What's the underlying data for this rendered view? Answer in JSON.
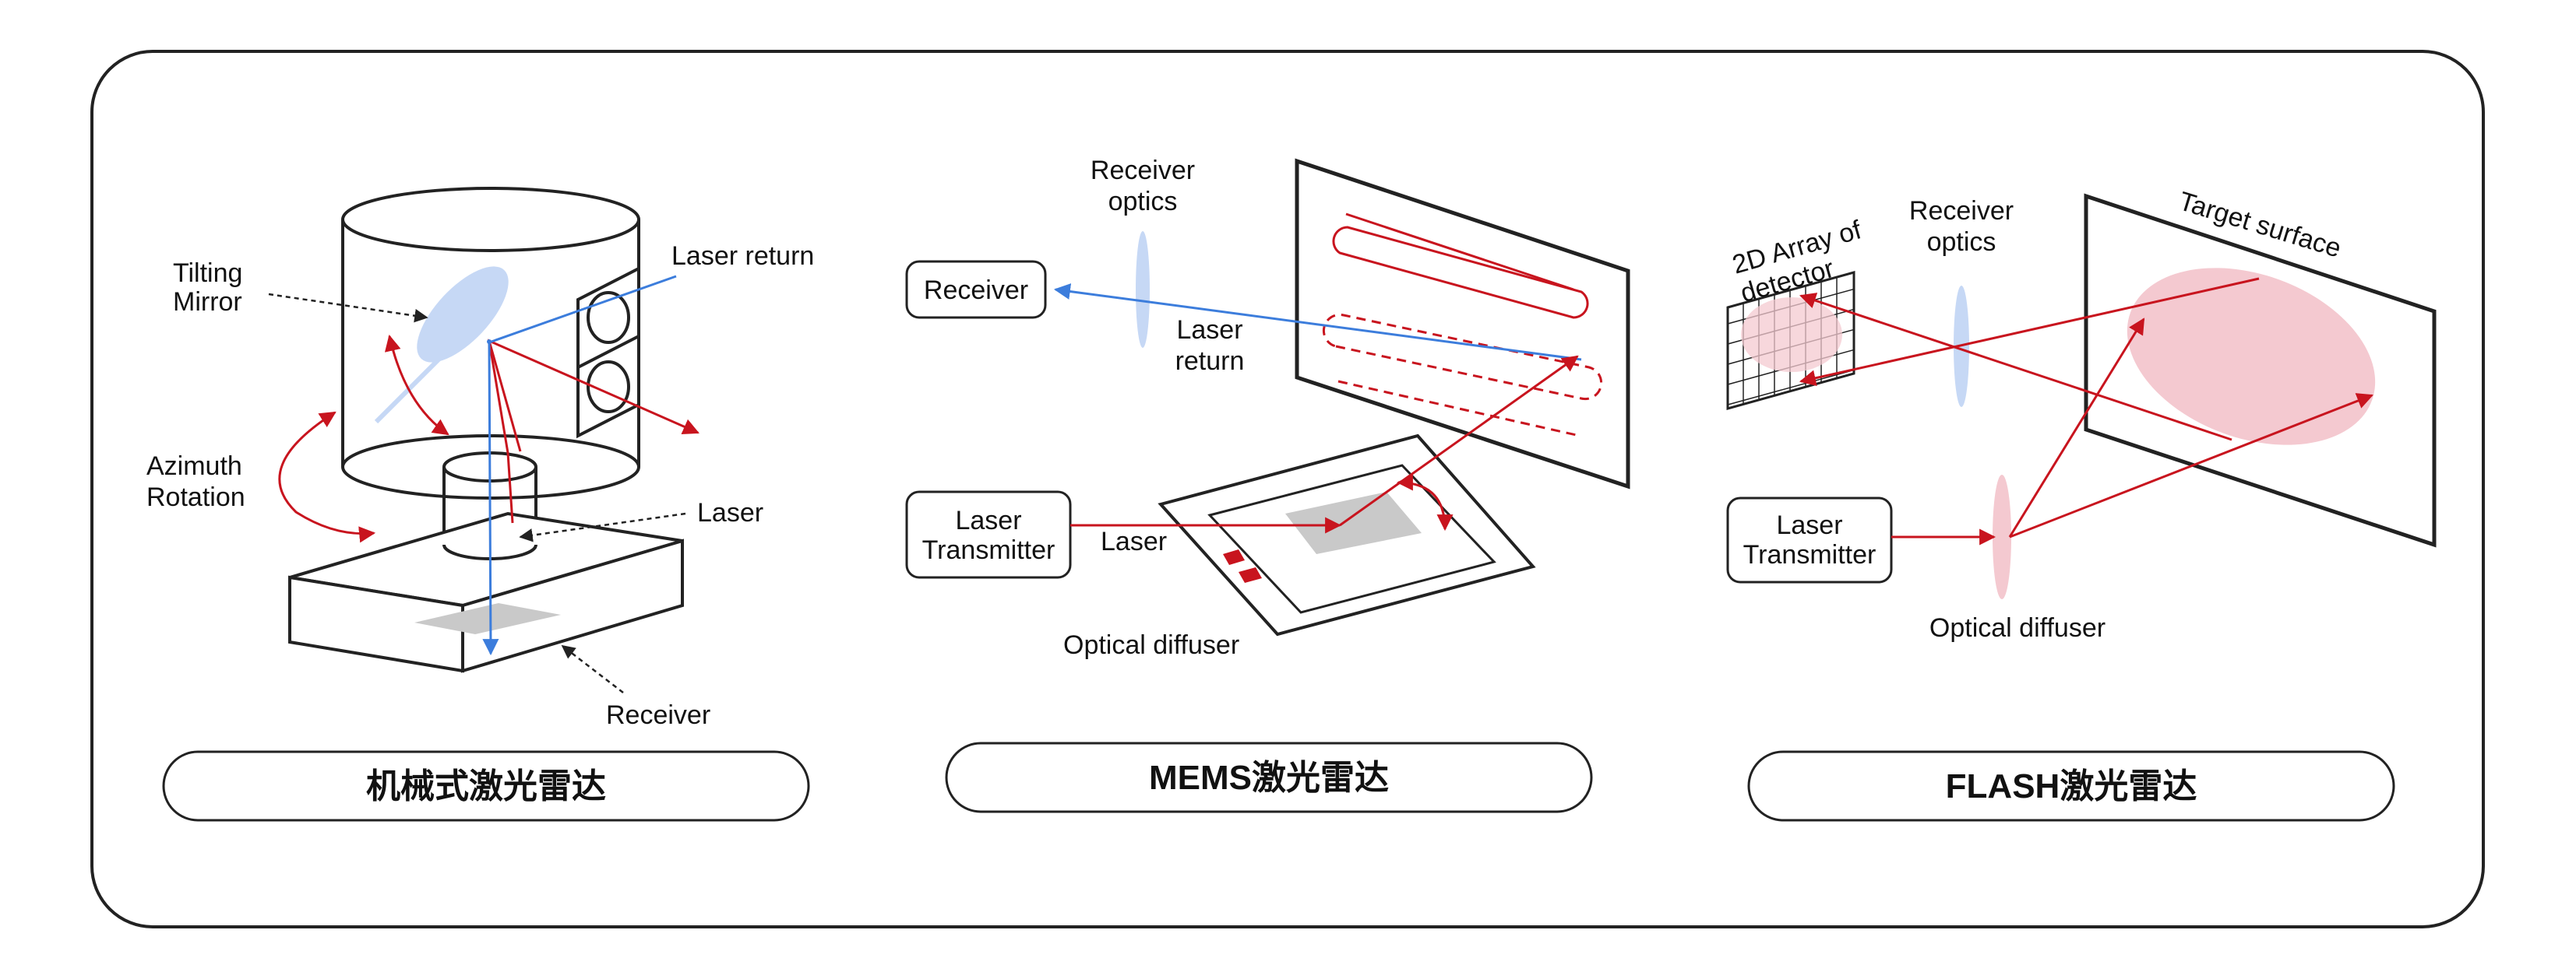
{
  "colors": {
    "red": "#c8141e",
    "blue": "#3c7ddc",
    "mirror_blue": "#c6d8f5",
    "pink_fill": "#f4c9d0",
    "gray_fill": "#c9c9c9",
    "outline": "#222222"
  },
  "panel_mechanical": {
    "caption": "机械式激光雷达",
    "tilting_mirror": "Tilting\nMirror",
    "laser_return": "Laser return",
    "azimuth_rotation": "Azimuth\nRotation",
    "laser": "Laser",
    "receiver": "Receiver"
  },
  "panel_mems": {
    "caption": "MEMS激光雷达",
    "receiver_optics": "Receiver\noptics",
    "receiver": "Receiver",
    "laser_return": "Laser\nreturn",
    "laser_transmitter": "Laser\nTransmitter",
    "laser": "Laser",
    "optical_diffuser": "Optical diffuser"
  },
  "panel_flash": {
    "caption": "FLASH激光雷达",
    "array_detector": "2D Array of\ndetector",
    "receiver_optics": "Receiver\noptics",
    "target_surface": "Target surface",
    "laser_transmitter": "Laser\nTransmitter",
    "optical_diffuser": "Optical diffuser"
  }
}
